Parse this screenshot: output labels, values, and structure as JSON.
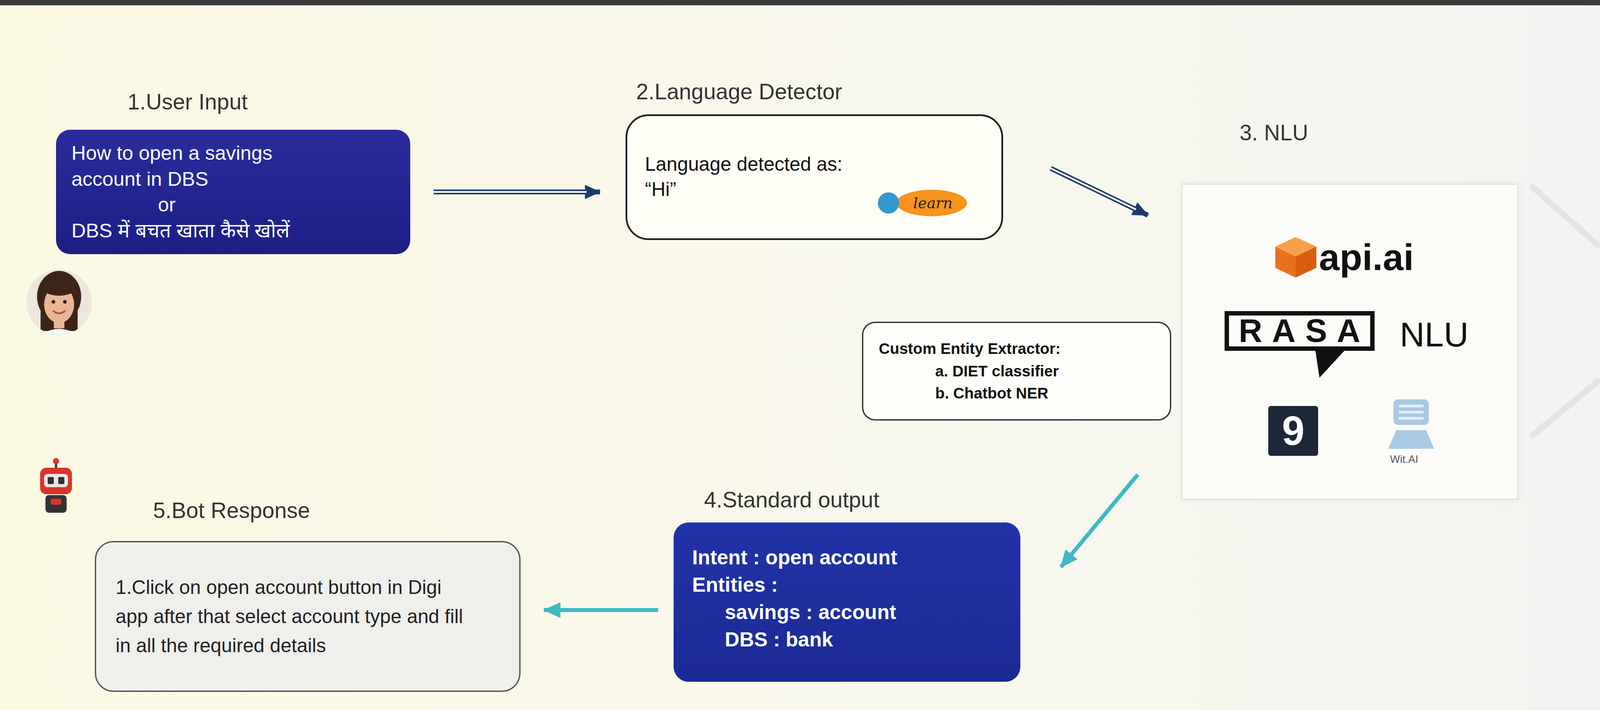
{
  "diagram": {
    "nodes": [
      {
        "text": [
          "1.User Input",
          "How to open a savings account in DBS",
          "or",
          "DBS में बचत खाता कैसे खोलें"
        ]
      },
      {
        "text": [
          "2.Language Detector",
          "Language detected as: “Hi”",
          "learn"
        ]
      },
      {
        "text": [
          "3. NLU",
          "api.ai",
          "RASA",
          "NLU",
          "9",
          "Wit.AI"
        ]
      },
      {
        "text": [
          "Custom Entity Extractor:",
          "a. DIET classifier",
          "b. Chatbot NER"
        ]
      },
      {
        "text": [
          "4.Standard output",
          "Intent : open account",
          "Entities :",
          "savings : account",
          "DBS : bank"
        ]
      },
      {
        "text": [
          "5.Bot Response",
          "1.Click on open account button in Digi app after that select account type and fill in all the required details"
        ]
      }
    ],
    "edges": [
      {
        "from": 0,
        "to": 1,
        "arrow": "to"
      },
      {
        "from": 1,
        "to": 2,
        "arrow": "to"
      },
      {
        "from": 2,
        "to": 4,
        "arrow": "to"
      },
      {
        "from": 4,
        "to": 5,
        "arrow": "to"
      }
    ]
  }
}
